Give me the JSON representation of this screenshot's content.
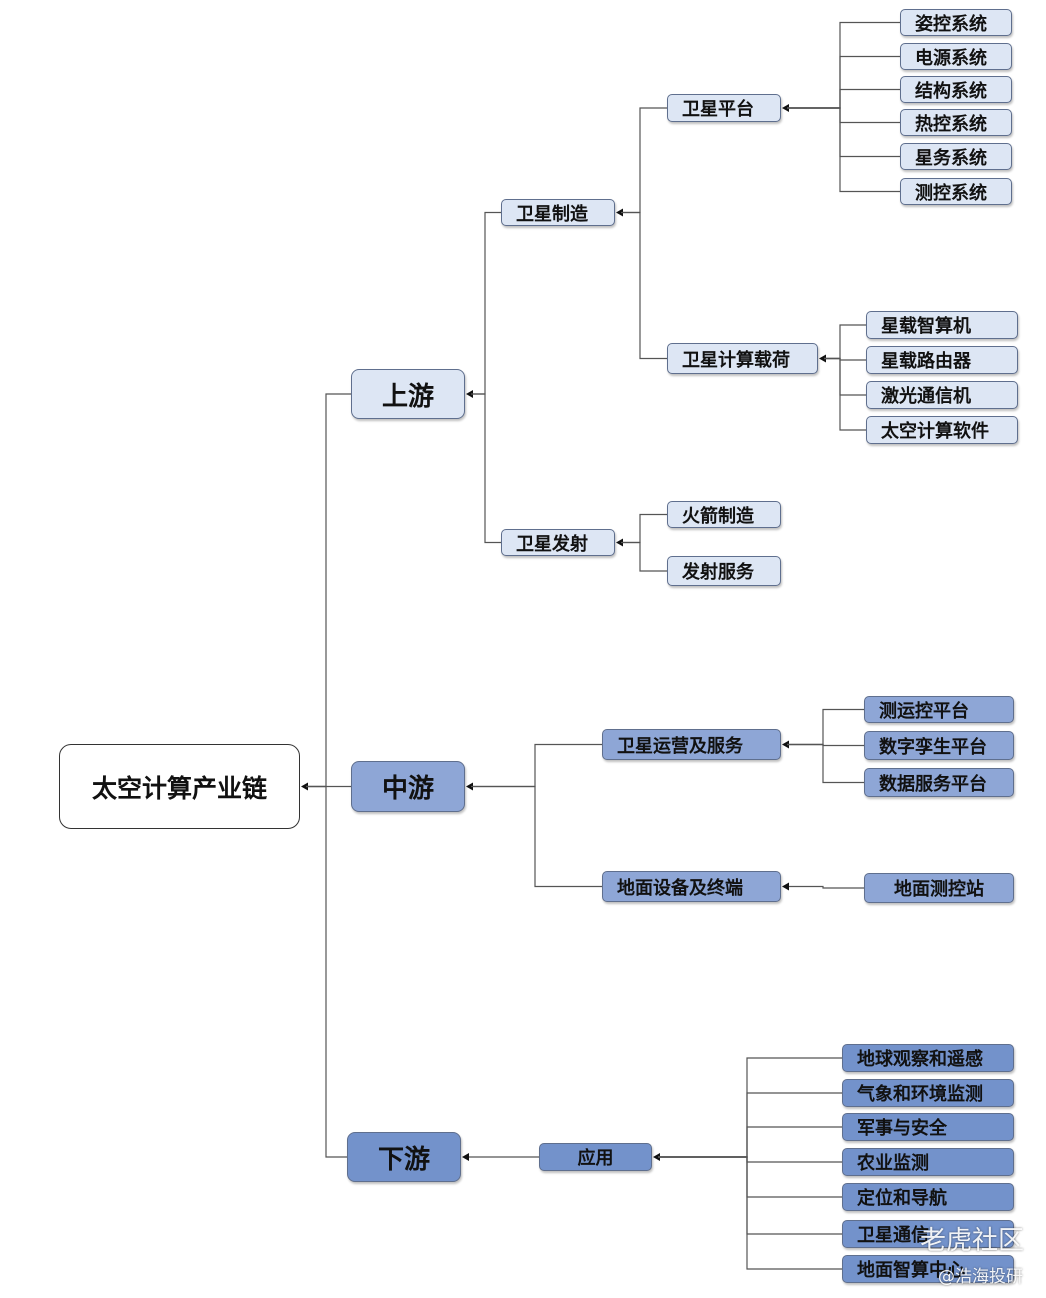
{
  "root": "太空计算产业链",
  "upstream": {
    "label": "上游",
    "manufacturing": {
      "label": "卫星制造",
      "platform": {
        "label": "卫星平台",
        "children": [
          "姿控系统",
          "电源系统",
          "结构系统",
          "热控系统",
          "星务系统",
          "测控系统"
        ]
      },
      "payload": {
        "label": "卫星计算载荷",
        "children": [
          "星载智算机",
          "星载路由器",
          "激光通信机",
          "太空计算软件"
        ]
      }
    },
    "launch": {
      "label": "卫星发射",
      "children": [
        "火箭制造",
        "发射服务"
      ]
    }
  },
  "midstream": {
    "label": "中游",
    "operations": {
      "label": "卫星运营及服务",
      "children": [
        "测运控平台",
        "数字孪生平台",
        "数据服务平台"
      ]
    },
    "ground": {
      "label": "地面设备及终端",
      "children": [
        "地面测控站"
      ]
    }
  },
  "downstream": {
    "label": "下游",
    "application": {
      "label": "应用",
      "children": [
        "地球观察和遥感",
        "气象和环境监测",
        "军事与安全",
        "农业监测",
        "定位和导航",
        "卫星通信",
        "地面智算中心"
      ]
    }
  },
  "watermark": {
    "site": "老虎社区",
    "author": "@浩海投研"
  },
  "colors": {
    "light": "#dde6f4",
    "mid": "#8ea6d6",
    "dark": "#7392cb",
    "line": "#555"
  }
}
